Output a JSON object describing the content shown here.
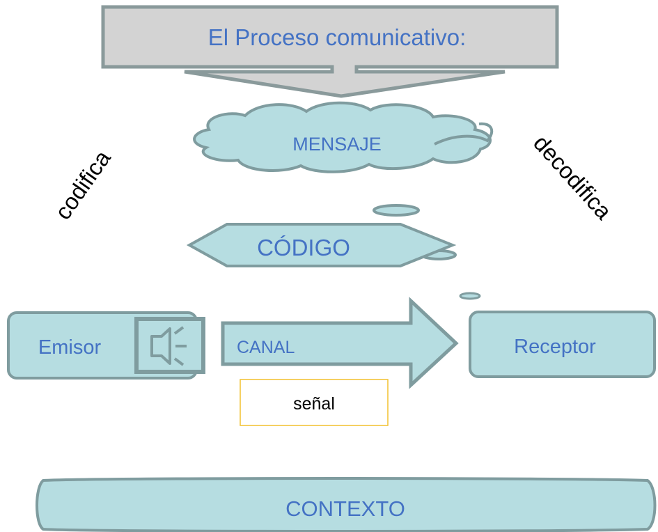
{
  "title": "El Proceso comunicativo:",
  "mensaje": "MENSAJE",
  "codigo": "CÓDIGO",
  "emisor": "Emisor",
  "canal": "CANAL",
  "receptor": "Receptor",
  "senal": "señal",
  "contexto": "CONTEXTO",
  "codifica": "codifica",
  "decodifica": "decodifica",
  "icons": {
    "speaker": "speaker-icon"
  },
  "colors": {
    "shape_fill": "#b6dde1",
    "shape_stroke": "#7f9c9f",
    "title_fill": "#d3d3d3",
    "title_stroke": "#8a9a9b",
    "label_text": "#4472c4",
    "senal_border": "#f2c12e"
  }
}
